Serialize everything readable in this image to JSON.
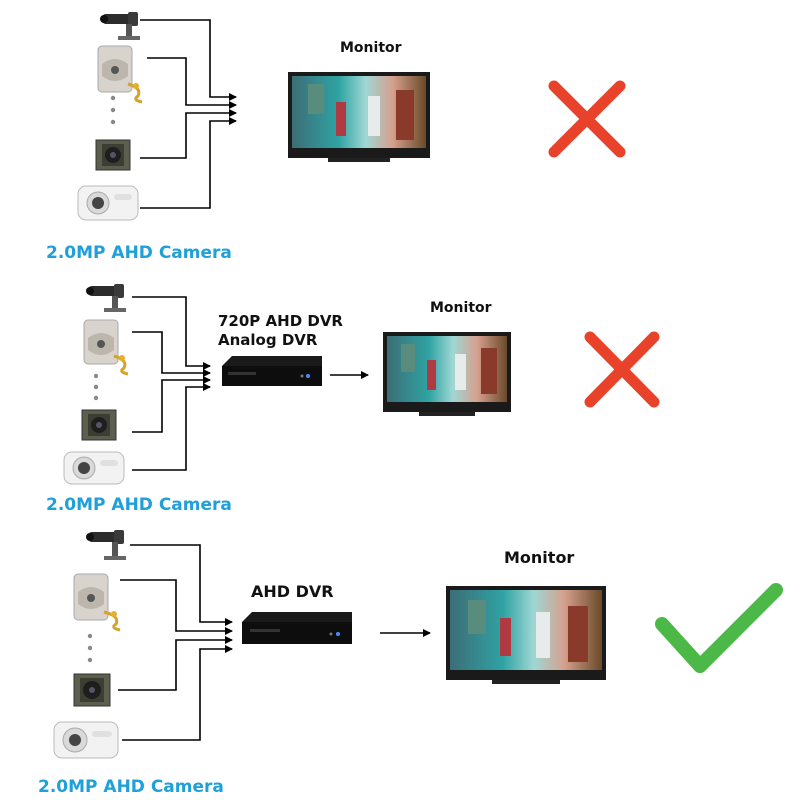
{
  "colors": {
    "camera_label": "#1fa0d8",
    "cross": "#e8432a",
    "check": "#4cb848",
    "wire": "#000000"
  },
  "icons": [
    "bullet-camera-icon",
    "pir-camera-icon",
    "board-camera-icon",
    "box-camera-icon",
    "dvr-icon",
    "monitor-icon",
    "cross-icon",
    "check-icon"
  ],
  "sections": [
    {
      "camera_label": "2.0MP AHD Camera",
      "device_lines": [],
      "monitor_label": "Monitor",
      "result": "cross"
    },
    {
      "camera_label": "2.0MP AHD Camera",
      "device_lines": [
        "720P AHD DVR",
        "Analog DVR"
      ],
      "monitor_label": "Monitor",
      "result": "cross"
    },
    {
      "camera_label": "2.0MP AHD Camera",
      "device_lines": [
        "AHD DVR"
      ],
      "monitor_label": "Monitor",
      "result": "check"
    }
  ]
}
